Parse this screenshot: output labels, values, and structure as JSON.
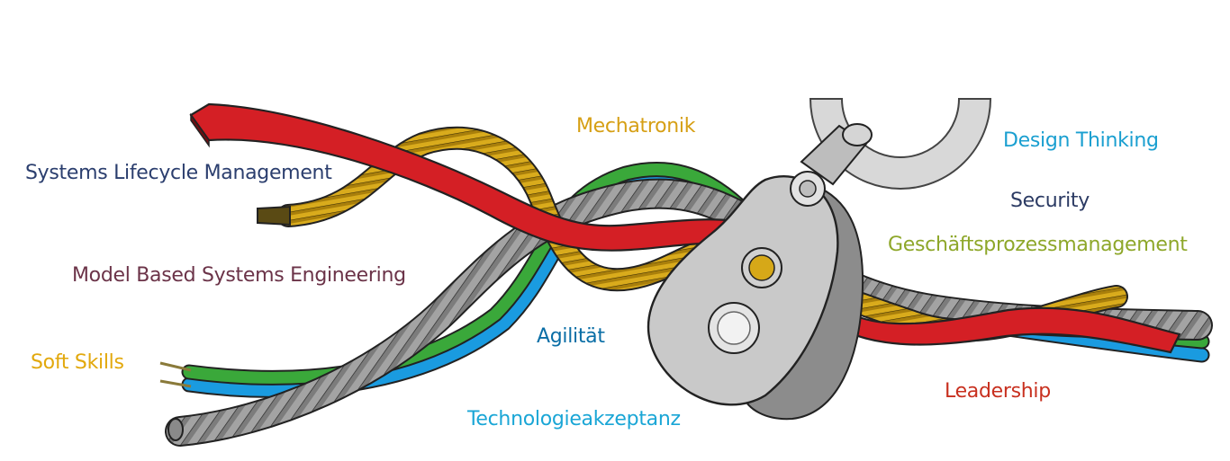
{
  "colors": {
    "navy": "#2b3e6e",
    "plum": "#6b3348",
    "gold": "#e2a80c",
    "blue": "#0a6ea6",
    "cyan": "#1aa6d6",
    "dark_navy": "#2b3a63",
    "olive": "#8ea72a",
    "red": "#c8301f",
    "rope_red": "#d41f25",
    "cord_gold": "#d6a818",
    "rope_gray": "#9a9a9a",
    "wire_green": "#3aa83a",
    "wire_blue": "#1a9be0",
    "pulley": "#c9c9c9"
  },
  "labels": {
    "systems_lifecycle": "Systems Lifecycle Management",
    "model_based": "Model Based Systems Engineering",
    "soft_skills": "Soft Skills",
    "mechatronik": "Mechatronik",
    "agilitaet": "Agilität",
    "technologieakzeptanz": "Technologieakzeptanz",
    "design_thinking": "Design Thinking",
    "security": "Security",
    "geschaeftsprozess": "Geschäftsprozessmanagement",
    "leadership": "Leadership"
  },
  "icons": [
    "pulley-icon",
    "red-strap-icon",
    "gold-cord-icon",
    "gray-rope-icon",
    "green-wire-icon",
    "blue-wire-icon",
    "ring-icon"
  ]
}
